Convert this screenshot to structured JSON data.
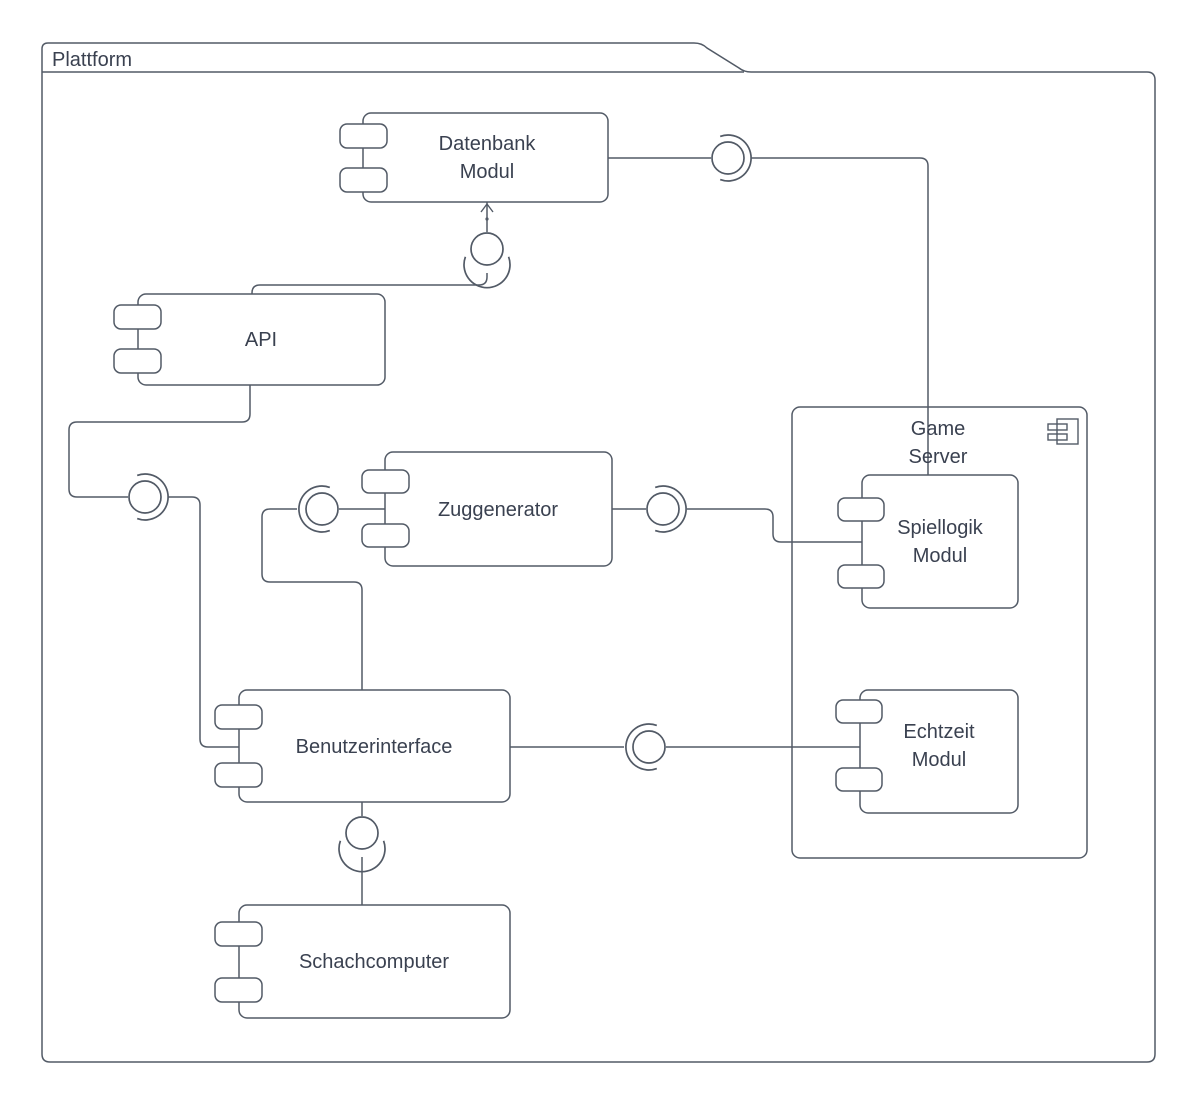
{
  "package_label": "Plattform",
  "components": {
    "datenbank_modul": {
      "lines": [
        "Datenbank",
        "Modul"
      ]
    },
    "api": {
      "lines": [
        "API"
      ]
    },
    "zuggenerator": {
      "lines": [
        "Zuggenerator"
      ]
    },
    "benutzerinterface": {
      "lines": [
        "Benutzerinterface"
      ]
    },
    "schachcomputer": {
      "lines": [
        "Schachcomputer"
      ]
    },
    "game_server": {
      "lines": [
        "Game",
        "Server"
      ]
    },
    "spiellogik_modul": {
      "lines": [
        "Spiellogik",
        "Modul"
      ]
    },
    "echtzeit_modul": {
      "lines": [
        "Echtzeit",
        "Modul"
      ]
    }
  },
  "connections": [
    {
      "provider": "Datenbank Modul",
      "consumer": "Spiellogik Modul",
      "style": "ball-and-socket"
    },
    {
      "provider": "Datenbank Modul",
      "consumer": "API",
      "style": "ball-and-socket"
    },
    {
      "provider": "API",
      "consumer": "Benutzerinterface",
      "style": "ball-and-socket"
    },
    {
      "provider": "Zuggenerator",
      "consumer": "Benutzerinterface",
      "style": "ball-and-socket"
    },
    {
      "provider": "Zuggenerator",
      "consumer": "Spiellogik Modul",
      "style": "ball-and-socket"
    },
    {
      "provider": "Echtzeit Modul",
      "consumer": "Benutzerinterface",
      "style": "ball-and-socket"
    },
    {
      "provider": "Benutzerinterface",
      "consumer": "Schachcomputer",
      "style": "ball-and-socket"
    }
  ],
  "colors": {
    "stroke": "#525a66",
    "text": "#3a4150",
    "background": "#ffffff"
  }
}
